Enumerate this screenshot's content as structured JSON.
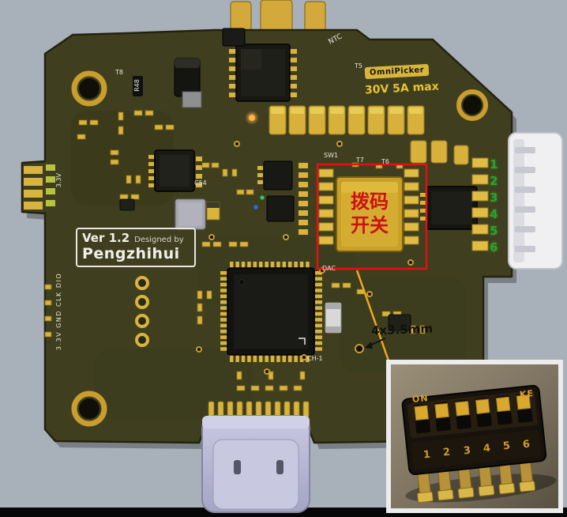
{
  "scene": {
    "background": "#a8b1b9"
  },
  "board": {
    "labels": {
      "t8": "T8",
      "r48": "R48",
      "ntc": "NTC",
      "t5": "T5",
      "sw1": "SW1",
      "t7": "T7",
      "t6": "T6",
      "dac": "DAC",
      "c54": "C54",
      "ch1": "CH-1",
      "v33_vertical": "3.3V",
      "debug_pins": "3.3V GND CLK DIO"
    },
    "badge": {
      "label": "OmniPicker"
    },
    "rating": "30V 5A max",
    "version_box": {
      "version": "Ver 1.2",
      "designed_by": "Designed by",
      "author": "Pengzhihui"
    },
    "connector_pin_numbers": [
      "1",
      "2",
      "3",
      "4",
      "5",
      "6"
    ]
  },
  "annotation": {
    "dip_switch_line1": "拨码",
    "dip_switch_line2": "开关",
    "dimension_label": "4x3.5mm"
  },
  "inset": {
    "on_label": "ON",
    "partial_label": "KE",
    "switch_numbers": [
      "1",
      "2",
      "3",
      "4",
      "5",
      "6"
    ]
  },
  "colors": {
    "annotation_red": "#e01212",
    "callout_yellow": "#efa81b",
    "pin_green": "#2f9e2f",
    "rating_yellow": "#e9c42c",
    "badge_gold": "#d8b53c"
  }
}
